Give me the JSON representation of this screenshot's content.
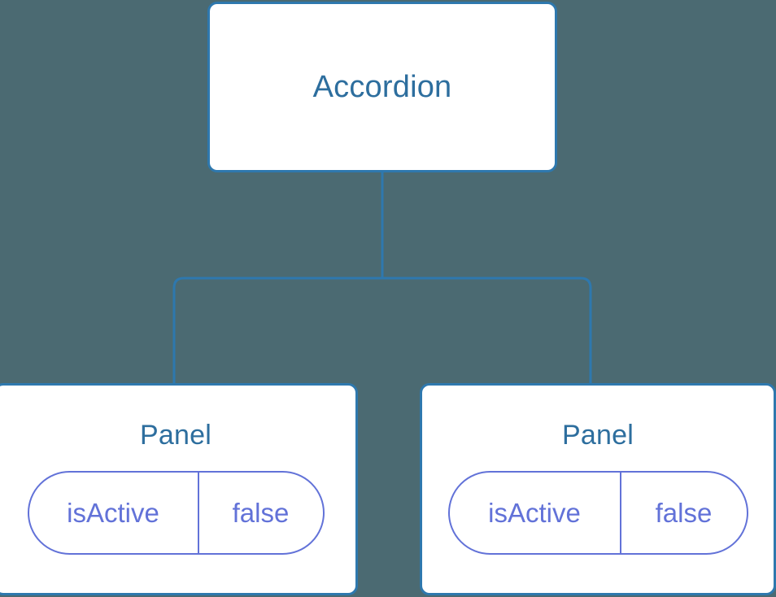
{
  "diagram": {
    "type": "component-tree",
    "background_color": "#4b6a72",
    "node_border_color": "#2e78ae",
    "node_fill_color": "#ffffff",
    "title_color": "#2d6e9e",
    "connector_color": "#2e78ae",
    "state_accent_color": "#6272d8",
    "root": {
      "id": "accordion",
      "label": "Accordion"
    },
    "children": [
      {
        "id": "panel-left",
        "label": "Panel",
        "state": {
          "key": "isActive",
          "value": "false"
        }
      },
      {
        "id": "panel-right",
        "label": "Panel",
        "state": {
          "key": "isActive",
          "value": "false"
        }
      }
    ]
  }
}
